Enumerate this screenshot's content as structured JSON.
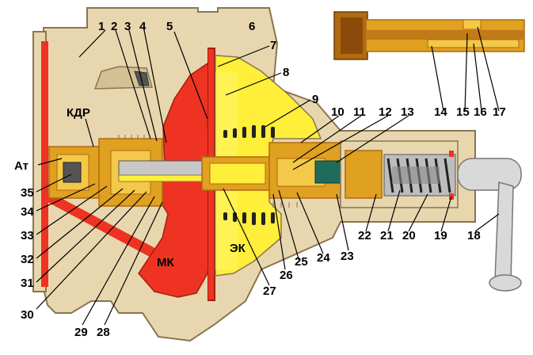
{
  "zones": {
    "kdr": "КДР",
    "at": "Ат",
    "mk": "МК",
    "ek": "ЭК"
  },
  "callouts": [
    {
      "id": "1",
      "text": "1"
    },
    {
      "id": "2",
      "text": "2"
    },
    {
      "id": "3",
      "text": "3"
    },
    {
      "id": "4",
      "text": "4"
    },
    {
      "id": "5",
      "text": "5"
    },
    {
      "id": "6",
      "text": "6"
    },
    {
      "id": "7",
      "text": "7"
    },
    {
      "id": "8",
      "text": "8"
    },
    {
      "id": "9",
      "text": "9"
    },
    {
      "id": "10",
      "text": "10"
    },
    {
      "id": "11",
      "text": "11"
    },
    {
      "id": "12",
      "text": "12"
    },
    {
      "id": "13",
      "text": "13"
    },
    {
      "id": "14",
      "text": "14"
    },
    {
      "id": "15",
      "text": "15"
    },
    {
      "id": "16",
      "text": "16"
    },
    {
      "id": "17",
      "text": "17"
    },
    {
      "id": "18",
      "text": "18"
    },
    {
      "id": "19",
      "text": "19"
    },
    {
      "id": "20",
      "text": "20"
    },
    {
      "id": "21",
      "text": "21"
    },
    {
      "id": "22",
      "text": "22"
    },
    {
      "id": "23",
      "text": "23"
    },
    {
      "id": "24",
      "text": "24"
    },
    {
      "id": "25",
      "text": "25"
    },
    {
      "id": "26",
      "text": "26"
    },
    {
      "id": "27",
      "text": "27"
    },
    {
      "id": "28",
      "text": "28"
    },
    {
      "id": "29",
      "text": "29"
    },
    {
      "id": "30",
      "text": "30"
    },
    {
      "id": "31",
      "text": "31"
    },
    {
      "id": "32",
      "text": "32"
    },
    {
      "id": "33",
      "text": "33"
    },
    {
      "id": "34",
      "text": "34"
    },
    {
      "id": "35",
      "text": "35"
    }
  ],
  "colors": {
    "housing": "#e8d6ae",
    "housing_edge": "#8a7550",
    "pressure_red": "#ee3322",
    "vacuum_yellow": "#ffef3a",
    "brass": "#e0a020",
    "brass_dark": "#b06a10",
    "steel": "#c8c8c8",
    "teal": "#1f6b5c",
    "dark_red": "#a02010"
  }
}
